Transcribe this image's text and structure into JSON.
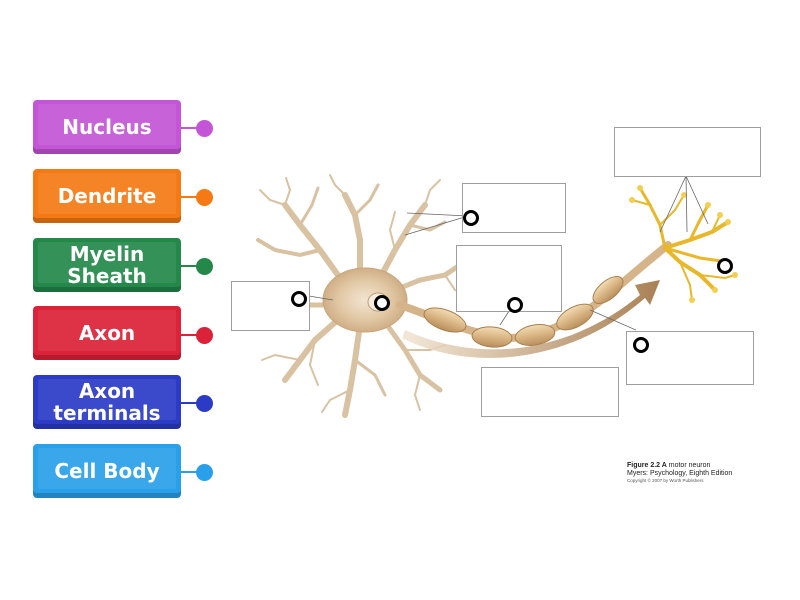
{
  "labels": [
    {
      "text": "Nucleus",
      "color": "#c455d6",
      "dot_color": "#c455d6"
    },
    {
      "text": "Dendrite",
      "color": "#f57a14",
      "dot_color": "#f57a14"
    },
    {
      "text": "Myelin\nSheath",
      "color": "#23884a",
      "dot_color": "#23884a"
    },
    {
      "text": "Axon",
      "color": "#dc2238",
      "dot_color": "#dc2238"
    },
    {
      "text": "Axon\nterminals",
      "color": "#2b3bc6",
      "dot_color": "#2b3bc6"
    },
    {
      "text": "Cell Body",
      "color": "#2aa0ea",
      "dot_color": "#2aa0ea"
    }
  ],
  "caption": {
    "figure": "Figure 2.2 A",
    "title": "motor neuron",
    "source": "Myers: Psychology, Eighth Edition",
    "copyright": "Copyright © 2007 by Worth Publishers"
  }
}
